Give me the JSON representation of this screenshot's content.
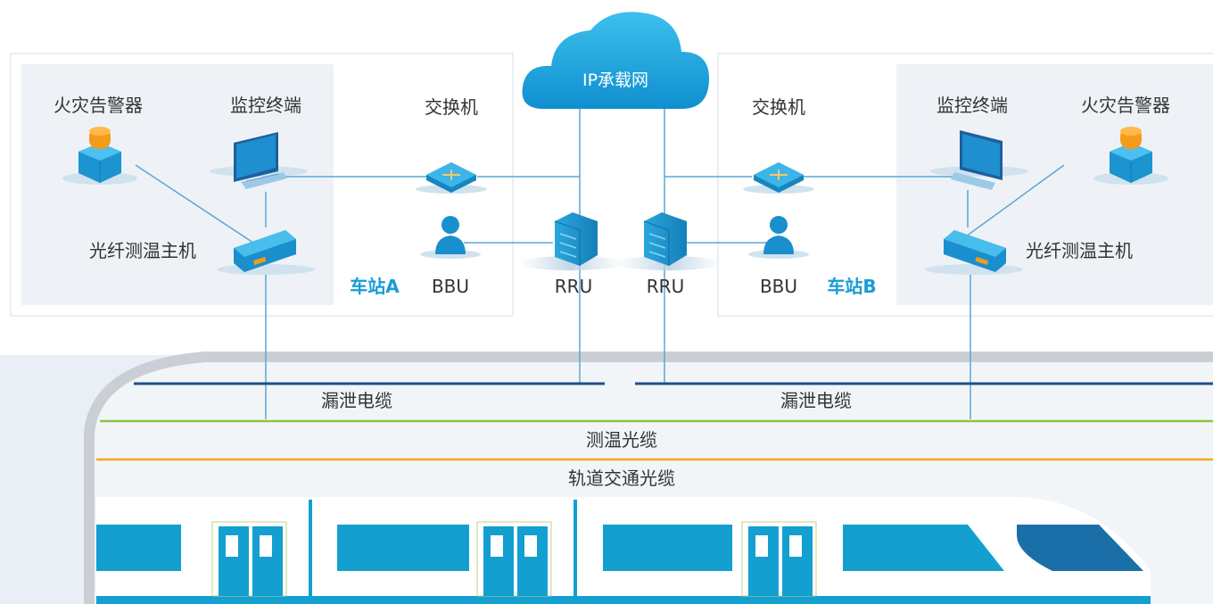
{
  "cloud": {
    "label": "IP承载网"
  },
  "station_a": {
    "name": "车站A",
    "fire_alarm": "火灾告警器",
    "monitor": "监控终端",
    "host": "光纤测温主机",
    "switch": "交换机",
    "bbu": "BBU",
    "rru": "RRU"
  },
  "station_b": {
    "name": "车站B",
    "fire_alarm": "火灾告警器",
    "monitor": "监控终端",
    "host": "光纤测温主机",
    "switch": "交换机",
    "bbu": "BBU",
    "rru": "RRU"
  },
  "tunnel": {
    "leaky_cable_left": "漏泄电缆",
    "leaky_cable_right": "漏泄电缆",
    "temp_fiber": "测温光缆",
    "transit_fiber": "轨道交通光缆"
  },
  "colors": {
    "accent_blue": "#1a9bd7",
    "leaky_cable_line": "#1f4e8c",
    "temp_fiber_line": "#8cc63f",
    "transit_fiber_line": "#f5a623",
    "connector_line": "#5aa7d6",
    "train_blue": "#139fd0",
    "alarm_orange": "#f49b1b"
  }
}
